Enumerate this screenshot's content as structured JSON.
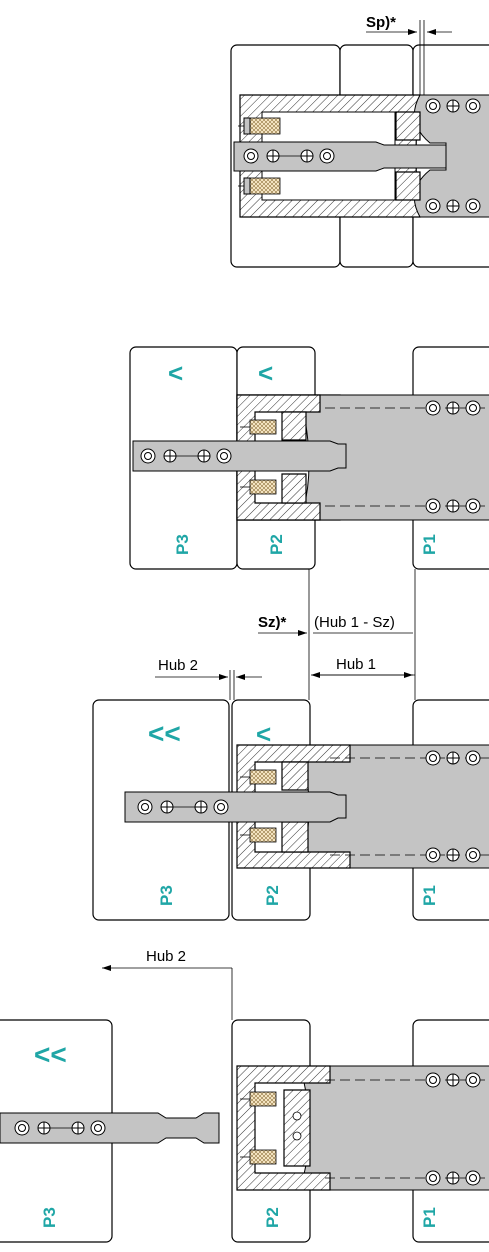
{
  "labels": {
    "sp": "Sp)*",
    "sz": "Sz)*",
    "hub1_minus_sz": "(Hub 1 - Sz)",
    "hub1": "Hub 1",
    "hub2": "Hub 2"
  },
  "plates": {
    "p1": "P1",
    "p2": "P2",
    "p3": "P3"
  },
  "arrows": {
    "single": "<",
    "double": "<<"
  },
  "colors": {
    "plate_label": "#1fa6a6",
    "rod": "#c4c4c4"
  }
}
